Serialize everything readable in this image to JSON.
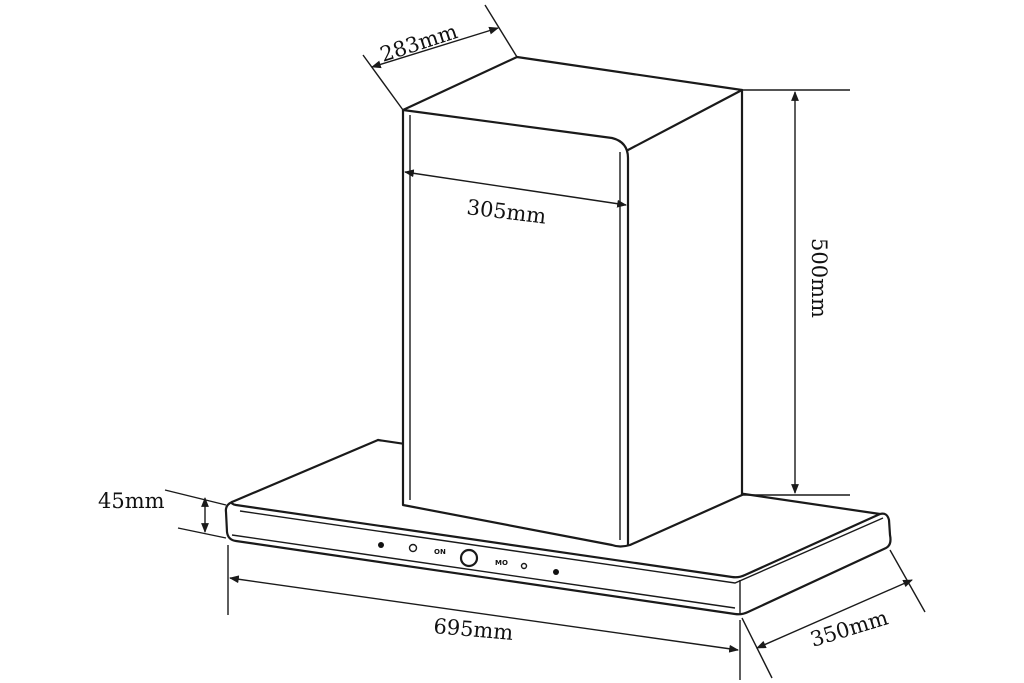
{
  "dimensions": {
    "depth_chimney": "283mm",
    "width_chimney": "305mm",
    "height_chimney": "500mm",
    "canopy_thickness": "45mm",
    "canopy_width": "695mm",
    "canopy_depth": "350mm"
  },
  "control_panel": {
    "icons": [
      "fan-icon",
      "timer-icon",
      "on-label",
      "power-button",
      "mode-label",
      "light-icon",
      "lock-icon"
    ],
    "labels": {
      "on": "ON",
      "mode": "MO"
    }
  },
  "colors": {
    "line": "#1a1a1a",
    "background": "#ffffff"
  }
}
